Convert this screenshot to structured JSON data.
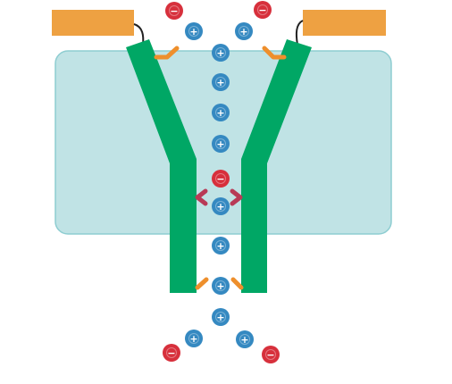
{
  "diagram": {
    "colors": {
      "background": "#ffffff",
      "membrane": "#c0e3e5",
      "membrane_edge": "#8ecdd1",
      "channel_protein": "#00a765",
      "gate_block": "#eea142",
      "gate_link": "#222222",
      "residue_outer": "#ee8f2c",
      "residue_filter": "#b83a56",
      "cation": "#3589c1",
      "anion": "#d7303c"
    },
    "icons": {
      "cation": "plus-circle-icon",
      "anion": "minus-circle-icon"
    },
    "ions": [
      {
        "kind": "cation",
        "symbol": "+"
      },
      {
        "kind": "cation",
        "symbol": "+"
      },
      {
        "kind": "cation",
        "symbol": "+"
      },
      {
        "kind": "cation",
        "symbol": "+"
      },
      {
        "kind": "cation",
        "symbol": "+"
      },
      {
        "kind": "cation",
        "symbol": "+"
      },
      {
        "kind": "cation",
        "symbol": "+"
      },
      {
        "kind": "cation",
        "symbol": "+"
      },
      {
        "kind": "cation",
        "symbol": "+"
      },
      {
        "kind": "cation",
        "symbol": "+"
      },
      {
        "kind": "cation",
        "symbol": "+"
      },
      {
        "kind": "cation",
        "symbol": "+"
      },
      {
        "kind": "cation",
        "symbol": "+"
      },
      {
        "kind": "anion",
        "symbol": "−"
      },
      {
        "kind": "anion",
        "symbol": "−"
      },
      {
        "kind": "anion",
        "symbol": "−"
      },
      {
        "kind": "anion",
        "symbol": "−"
      },
      {
        "kind": "anion",
        "symbol": "−"
      }
    ]
  }
}
